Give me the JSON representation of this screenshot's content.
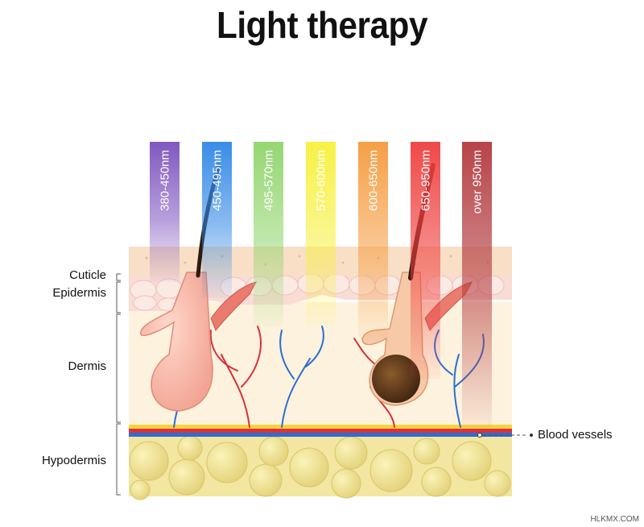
{
  "title": "Light therapy",
  "layers": {
    "cuticle": "Cuticle",
    "epidermis": "Epidermis",
    "dermis": "Dermis",
    "hypodermis": "Hypodermis",
    "blood_vessels": "Blood vessels"
  },
  "bands": [
    {
      "label": "380-450nm",
      "color": "#7b4fbd"
    },
    {
      "label": "450-495nm",
      "color": "#2f86e6"
    },
    {
      "label": "495-570nm",
      "color": "#8fd46a"
    },
    {
      "label": "570-600nm",
      "color": "#f7f03a"
    },
    {
      "label": "600-650nm",
      "color": "#f59a3c"
    },
    {
      "label": "650-950nm",
      "color": "#ef3f3f"
    },
    {
      "label": "over  950nm",
      "color": "#b33a3e"
    }
  ],
  "watermark": "HLKMX.COM"
}
